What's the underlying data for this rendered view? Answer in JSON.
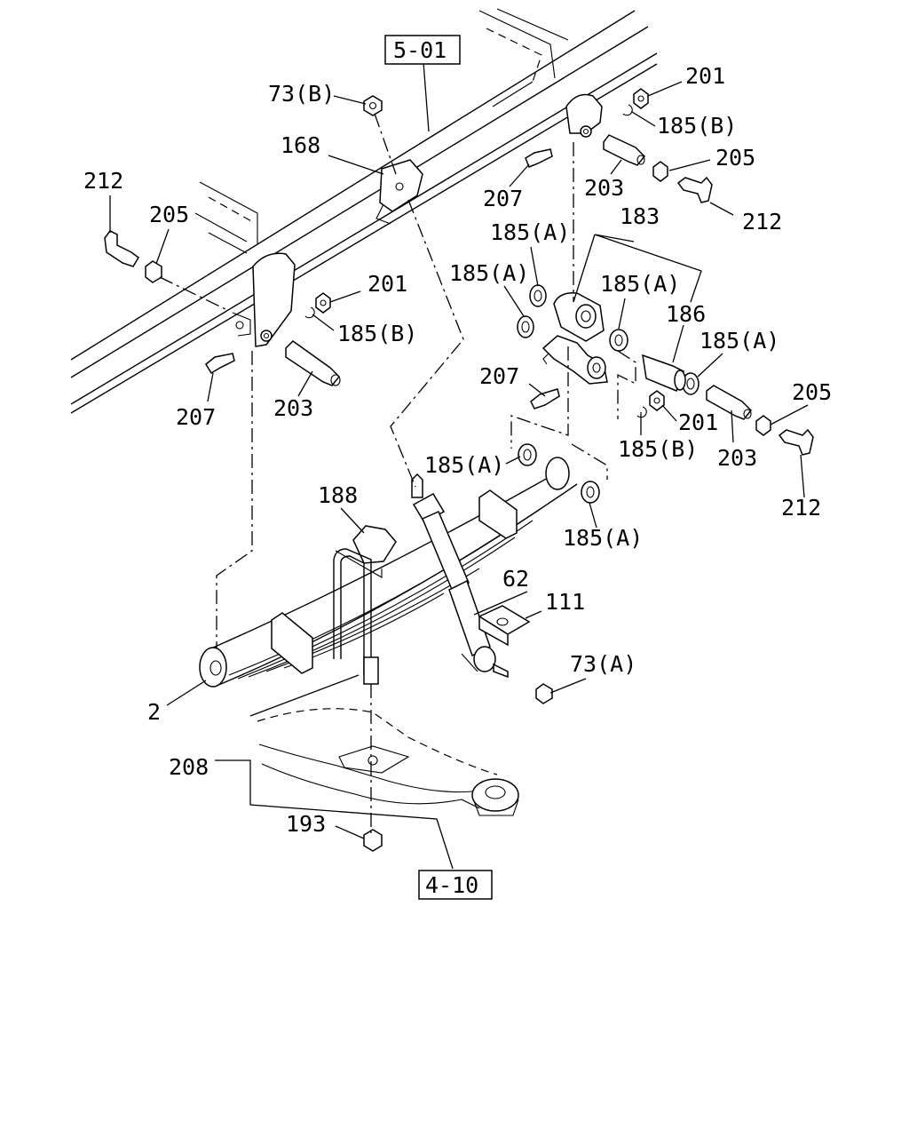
{
  "diagram": {
    "references": [
      {
        "id": "ref-5-01",
        "text": "5-01"
      },
      {
        "id": "ref-4-10",
        "text": "4-10"
      }
    ],
    "labels": [
      {
        "id": "73b",
        "text": "73(B)"
      },
      {
        "id": "168",
        "text": "168"
      },
      {
        "id": "201a",
        "text": "201"
      },
      {
        "id": "185b-a",
        "text": "185(B)"
      },
      {
        "id": "205a",
        "text": "205"
      },
      {
        "id": "207a",
        "text": "207"
      },
      {
        "id": "203a",
        "text": "203"
      },
      {
        "id": "212a",
        "text": "212"
      },
      {
        "id": "183",
        "text": "183"
      },
      {
        "id": "185a-1",
        "text": "185(A)"
      },
      {
        "id": "212b",
        "text": "212"
      },
      {
        "id": "205b",
        "text": "205"
      },
      {
        "id": "201b",
        "text": "201"
      },
      {
        "id": "185a-2",
        "text": "185(A)"
      },
      {
        "id": "185a-3",
        "text": "185(A)"
      },
      {
        "id": "186",
        "text": "186"
      },
      {
        "id": "185b-b",
        "text": "185(B)"
      },
      {
        "id": "185a-4",
        "text": "185(A)"
      },
      {
        "id": "207b",
        "text": "207"
      },
      {
        "id": "207c",
        "text": "207"
      },
      {
        "id": "203b",
        "text": "203"
      },
      {
        "id": "201c",
        "text": "201"
      },
      {
        "id": "205c",
        "text": "205"
      },
      {
        "id": "185b-c",
        "text": "185(B)"
      },
      {
        "id": "203c",
        "text": "203"
      },
      {
        "id": "212c",
        "text": "212"
      },
      {
        "id": "185a-5",
        "text": "185(A)"
      },
      {
        "id": "188",
        "text": "188"
      },
      {
        "id": "185a-6",
        "text": "185(A)"
      },
      {
        "id": "62",
        "text": "62"
      },
      {
        "id": "111",
        "text": "111"
      },
      {
        "id": "73a",
        "text": "73(A)"
      },
      {
        "id": "2",
        "text": "2"
      },
      {
        "id": "208",
        "text": "208"
      },
      {
        "id": "193",
        "text": "193"
      }
    ]
  }
}
